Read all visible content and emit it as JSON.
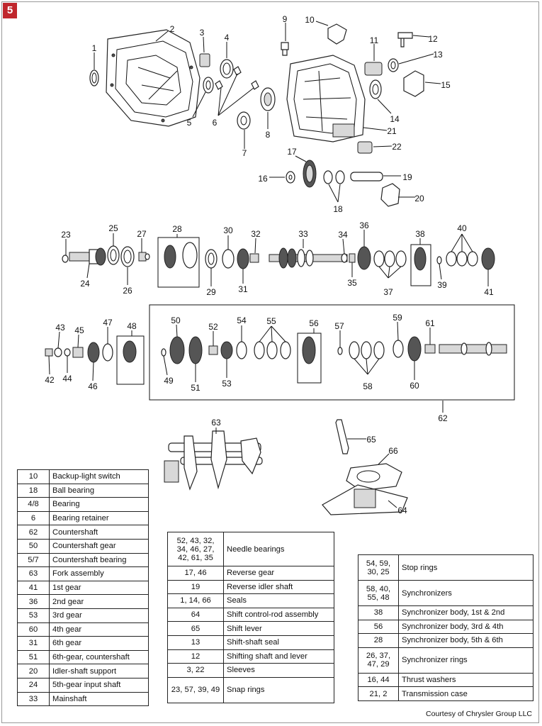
{
  "figure_number": "5",
  "callouts": [
    "1",
    "2",
    "3",
    "4",
    "5",
    "6",
    "7",
    "8",
    "9",
    "10",
    "11",
    "12",
    "13",
    "14",
    "15",
    "16",
    "17",
    "18",
    "19",
    "20",
    "21",
    "22",
    "23",
    "24",
    "25",
    "26",
    "27",
    "28",
    "29",
    "30",
    "31",
    "32",
    "33",
    "34",
    "35",
    "36",
    "37",
    "38",
    "39",
    "40",
    "41",
    "42",
    "43",
    "44",
    "45",
    "46",
    "47",
    "48",
    "49",
    "50",
    "51",
    "52",
    "53",
    "54",
    "55",
    "56",
    "57",
    "58",
    "59",
    "60",
    "61",
    "62",
    "63",
    "64",
    "65",
    "66"
  ],
  "legend_left": [
    {
      "num": "10",
      "part": "Backup-light switch"
    },
    {
      "num": "18",
      "part": "Ball bearing"
    },
    {
      "num": "4/8",
      "part": "Bearing"
    },
    {
      "num": "6",
      "part": "Bearing retainer"
    },
    {
      "num": "62",
      "part": "Countershaft"
    },
    {
      "num": "50",
      "part": "Countershaft gear"
    },
    {
      "num": "5/7",
      "part": "Countershaft bearing"
    },
    {
      "num": "63",
      "part": "Fork assembly"
    },
    {
      "num": "41",
      "part": "1st gear"
    },
    {
      "num": "36",
      "part": "2nd gear"
    },
    {
      "num": "53",
      "part": "3rd gear"
    },
    {
      "num": "60",
      "part": "4th gear"
    },
    {
      "num": "31",
      "part": "6th gear"
    },
    {
      "num": "51",
      "part": "6th-gear, countershaft"
    },
    {
      "num": "20",
      "part": "Idler-shaft support"
    },
    {
      "num": "24",
      "part": "5th-gear input shaft"
    },
    {
      "num": "33",
      "part": "Mainshaft"
    }
  ],
  "legend_middle": [
    {
      "num": "52, 43, 32, 34, 46, 27, 42, 61, 35",
      "part": "Needle bearings"
    },
    {
      "num": "17, 46",
      "part": "Reverse gear"
    },
    {
      "num": "19",
      "part": "Reverse idler shaft"
    },
    {
      "num": "1, 14, 66",
      "part": "Seals"
    },
    {
      "num": "64",
      "part": "Shift control-rod assembly"
    },
    {
      "num": "65",
      "part": "Shift lever"
    },
    {
      "num": "13",
      "part": "Shift-shaft seal"
    },
    {
      "num": "12",
      "part": "Shifting shaft and lever"
    },
    {
      "num": "3, 22",
      "part": "Sleeves"
    },
    {
      "num": "23, 57, 39, 49",
      "part": "Snap rings"
    }
  ],
  "legend_right": [
    {
      "num": "54, 59, 30, 25",
      "part": "Stop rings"
    },
    {
      "num": "58, 40, 55, 48",
      "part": "Synchronizers"
    },
    {
      "num": "38",
      "part": "Synchronizer body, 1st & 2nd"
    },
    {
      "num": "56",
      "part": "Synchronizer body, 3rd & 4th"
    },
    {
      "num": "28",
      "part": "Synchronizer body, 5th & 6th"
    },
    {
      "num": "26, 37, 47, 29",
      "part": "Synchronizer rings"
    },
    {
      "num": "16, 44",
      "part": "Thrust washers"
    },
    {
      "num": "21, 2",
      "part": "Transmission case"
    }
  ],
  "credit": "Courtesy of Chrysler Group LLC",
  "colors": {
    "badge": "#c0262c",
    "ink": "#111111",
    "part_fill": "#d8d8d8"
  }
}
